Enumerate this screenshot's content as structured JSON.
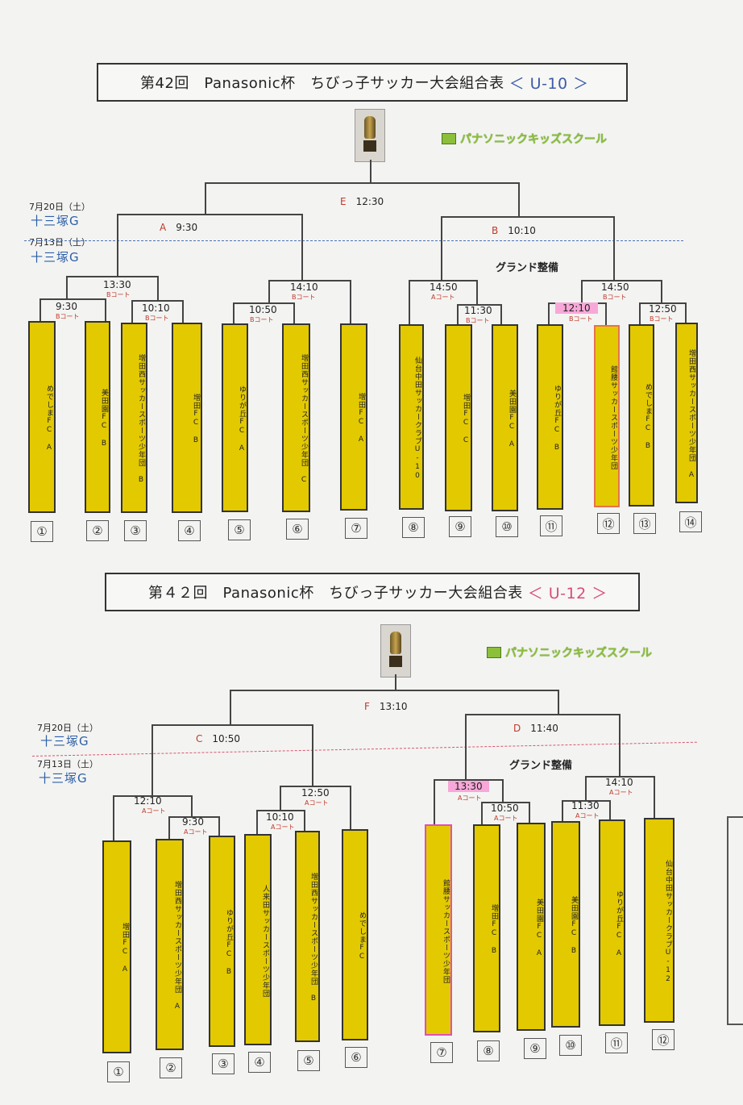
{
  "u10": {
    "title_main": "第42回　Panasonic杯　ちびっ子サッカー大会組合表",
    "title_div": "＜ U-10 ＞",
    "logo_text": "パナソニックキッズスクール",
    "date1": "7月20日（土）",
    "venue1": "十三塚G",
    "date2": "7月13日（土）",
    "venue2": "十三塚G",
    "ground_note": "グランド整備",
    "final": {
      "letter": "E",
      "time": "12:30"
    },
    "semi_a": {
      "letter": "A",
      "time": "9:30"
    },
    "semi_b": {
      "letter": "B",
      "time": "10:10"
    },
    "matches": [
      {
        "time": "13:30",
        "court": "Bコート"
      },
      {
        "time": "9:30",
        "court": "Bコート"
      },
      {
        "time": "10:10",
        "court": "Bコート"
      },
      {
        "time": "14:10",
        "court": "Bコート"
      },
      {
        "time": "10:50",
        "court": "Bコート"
      },
      {
        "time": "14:50",
        "court": "Aコート"
      },
      {
        "time": "11:30",
        "court": "Bコート"
      },
      {
        "time": "14:50",
        "court": "Bコート"
      },
      {
        "time": "12:10",
        "court": "Bコート"
      },
      {
        "time": "12:50",
        "court": "Bコート"
      }
    ],
    "teams": [
      "めでしまFC A",
      "美田園FC B",
      "増田西サッカースポーツ少年団 B",
      "増田FC B",
      "ゆりが丘FC A",
      "増田西サッカースポーツ少年団 C",
      "増田FC A",
      "仙台中田サッカークラブU-10",
      "増田FC C",
      "美田園FC A",
      "ゆりが丘FC B",
      "館腰サッカースポーツ少年団",
      "めでしまFC B",
      "増田西サッカースポーツ少年団 A"
    ],
    "numbers": [
      "①",
      "②",
      "③",
      "④",
      "⑤",
      "⑥",
      "⑦",
      "⑧",
      "⑨",
      "⑩",
      "⑪",
      "⑫",
      "⑬",
      "⑭"
    ]
  },
  "u12": {
    "title_main": "第４２回　Panasonic杯　ちびっ子サッカー大会組合表",
    "title_div": "＜ U-12 ＞",
    "logo_text": "パナソニックキッズスクール",
    "date1": "7月20日（土）",
    "venue1": "十三塚G",
    "date2": "7月13日（土）",
    "venue2": "十三塚G",
    "ground_note": "グランド整備",
    "final": {
      "letter": "F",
      "time": "13:10"
    },
    "semi_c": {
      "letter": "C",
      "time": "10:50"
    },
    "semi_d": {
      "letter": "D",
      "time": "11:40"
    },
    "matches": [
      {
        "time": "12:10",
        "court": "Aコート"
      },
      {
        "time": "9:30",
        "court": "Aコート"
      },
      {
        "time": "12:50",
        "court": "Aコート"
      },
      {
        "time": "10:10",
        "court": "Aコート"
      },
      {
        "time": "13:30",
        "court": "Aコート"
      },
      {
        "time": "10:50",
        "court": "Aコート"
      },
      {
        "time": "14:10",
        "court": "Aコート"
      },
      {
        "time": "11:30",
        "court": "Aコート"
      }
    ],
    "teams": [
      "増田FC A",
      "増田西サッカースポーツ少年団 A",
      "ゆりが丘FC B",
      "人来田サッカースポーツ少年団",
      "増田西サッカースポーツ少年団 B",
      "めでしまFC",
      "館腰サッカースポーツ少年団",
      "増田FC B",
      "美田園FC A",
      "美田園FC B",
      "ゆりが丘FC A",
      "仙台中田サッカークラブU-12"
    ],
    "numbers": [
      "①",
      "②",
      "③",
      "④",
      "⑤",
      "⑥",
      "⑦",
      "⑧",
      "⑨",
      "⑩",
      "⑪",
      "⑫"
    ]
  },
  "colors": {
    "team_fill": "#e3c900",
    "venue_blue": "#2e5fa8",
    "time_highlight": "#f7a8d8"
  }
}
